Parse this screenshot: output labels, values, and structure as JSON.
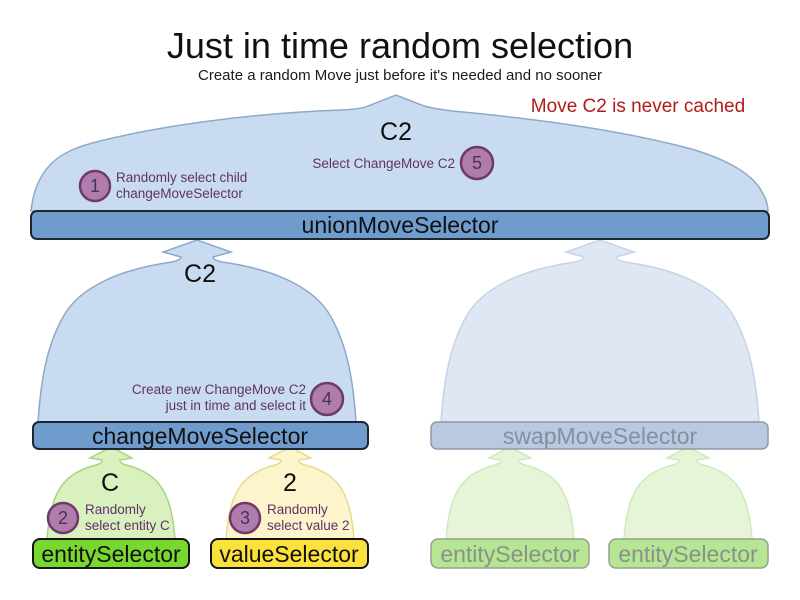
{
  "title": "Just in time random selection",
  "subtitle": "Create a random Move just before it's needed and no sooner",
  "annotation": "Move C2 is never cached",
  "funnels": {
    "union": {
      "output_label": "C2"
    },
    "change": {
      "output_label": "C2"
    },
    "entity": {
      "output_label": "C"
    },
    "value": {
      "output_label": "2"
    }
  },
  "selectors": {
    "union": "unionMoveSelector",
    "change": "changeMoveSelector",
    "swap": "swapMoveSelector",
    "entity": "entitySelector",
    "value": "valueSelector",
    "entity_faded_left": "entitySelector",
    "entity_faded_right": "entitySelector"
  },
  "steps": {
    "1": {
      "num": "1",
      "line1": "Randomly select child",
      "line2": "changeMoveSelector"
    },
    "2": {
      "num": "2",
      "line1": "Randomly",
      "line2": "select entity C"
    },
    "3": {
      "num": "3",
      "line1": "Randomly",
      "line2": "select value 2"
    },
    "4": {
      "num": "4",
      "line1": "Create new ChangeMove C2",
      "line2": "just in time and select it"
    },
    "5": {
      "num": "5",
      "line1": "Select ChangeMove C2"
    }
  },
  "colors": {
    "annotation_red": "#b21b1b",
    "funnel_blue": "#c9dbf1",
    "funnel_blue_stroke": "#8fa8c8",
    "bar_blue": "#6f9bcd",
    "faded_funnel_blue": "#dfe7f4",
    "faded_bar_blue": "#b9c9e1",
    "funnel_green": "#d9f0bf",
    "bar_green": "#79d830",
    "funnel_yellow": "#fcf5cb",
    "bar_yellow": "#fbe13c",
    "faded_funnel_green": "#e6f5d8",
    "faded_bar_green": "#b6e694",
    "step_circle_fill": "#b07cac",
    "step_circle_stroke": "#6e3a6b",
    "step_text": "#5f3268"
  }
}
